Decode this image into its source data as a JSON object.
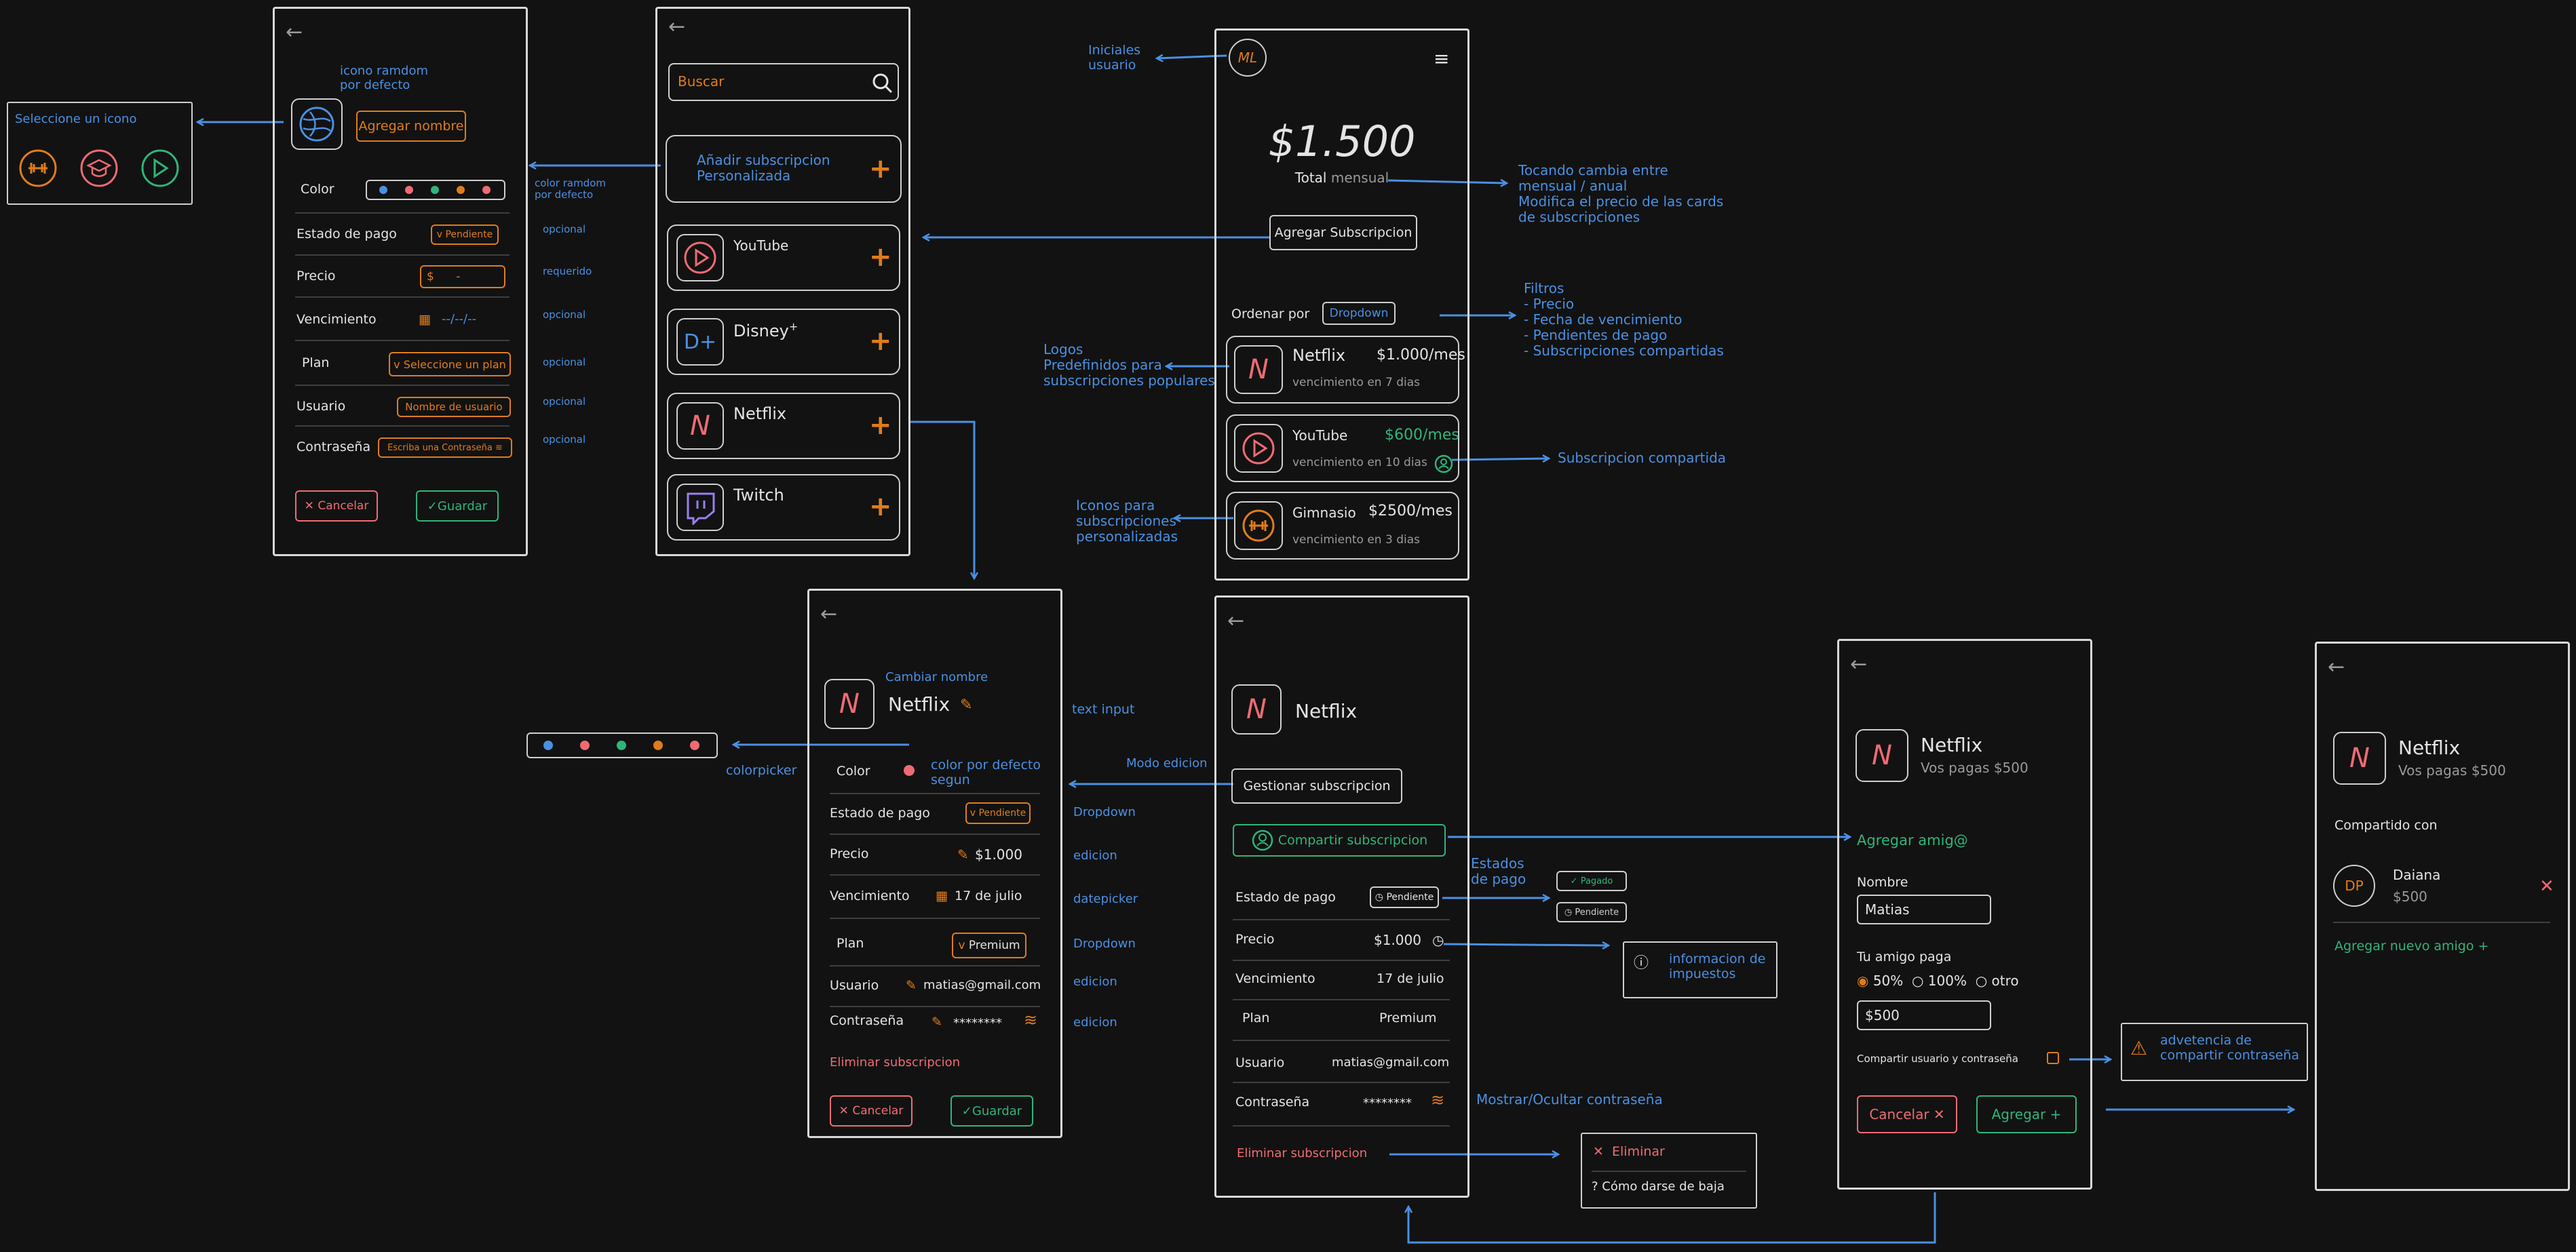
{
  "colors": {
    "background": "#121212",
    "annotation": "#4a90e2",
    "accent": "#e07c1a",
    "green": "#2fb57a",
    "red": "#ef6b73"
  },
  "icons": [
    "back-arrow-icon",
    "search-icon",
    "plus-icon",
    "menu-icon",
    "pencil-icon",
    "calendar-icon",
    "wifi-icon",
    "clock-icon",
    "info-icon",
    "warning-icon",
    "user-icon",
    "check-icon",
    "close-icon",
    "dumbbell-icon",
    "graduation-cap-icon",
    "play-icon"
  ],
  "icon_picker": {
    "title": "Seleccione un icono"
  },
  "add_custom": {
    "note_random_icon": "icono ramdom\npor defecto",
    "add_name": "Agregar nombre",
    "color_label": "Color",
    "note_random_color": "color ramdom\npor defecto",
    "payment_label": "Estado de pago",
    "payment_value": "Pendiente",
    "payment_note": "opcional",
    "price_label": "Precio",
    "price_value": "$      -",
    "price_note": "requerido",
    "due_label": "Vencimiento",
    "due_value": "--/--/--",
    "due_note": "opcional",
    "plan_label": "Plan",
    "plan_value": "Seleccione un plan",
    "plan_note": "opcional",
    "user_label": "Usuario",
    "user_value": "Nombre de usuario",
    "user_note": "opcional",
    "password_label": "Contraseña",
    "password_value": "Escriba una Contraseña",
    "password_note": "opcional",
    "cancel": "Cancelar",
    "save": "Guardar"
  },
  "add_list": {
    "search_placeholder": "Buscar",
    "custom_label": "Añadir subscripcion\nPersonalizada",
    "items": [
      {
        "name": "YouTube"
      },
      {
        "name": "Disney"
      },
      {
        "name": "Netflix"
      },
      {
        "name": "Twitch"
      }
    ]
  },
  "annotations_top": {
    "initials": "Iniciales\nusuario",
    "toggle": "Tocando cambia entre\nmensual / anual\nModifica el precio de las cards\nde subscripciones",
    "filters": "Filtros\n- Precio\n- Fecha de vencimiento\n- Pendientes de pago\n- Subscripciones compartidas",
    "logos": "Logos\nPredefinidos para\nsubscripciones populares",
    "shared": "Subscripcion compartida",
    "custom_icons": "Iconos para\nsubscripciones\npersonalizadas"
  },
  "home": {
    "avatar": "ML",
    "total": "$1.500",
    "total_label": "Total",
    "total_period": "mensual",
    "add_button": "Agregar Subscripcion",
    "order_label": "Ordenar por",
    "order_value": "Dropdown",
    "cards": [
      {
        "name": "Netflix",
        "price": "$1.000/mes",
        "due": "vencimiento en 7 dias"
      },
      {
        "name": "YouTube",
        "price": "$600/mes",
        "due": "vencimiento en 10 dias"
      },
      {
        "name": "Gimnasio",
        "price": "$2500/mes",
        "due": "vencimiento en 3 dias"
      }
    ]
  },
  "palette": {
    "note": "colorpicker"
  },
  "edit": {
    "change_name": "Cambiar nombre",
    "name": "Netflix",
    "note_text_input": "text input",
    "color_label": "Color",
    "note_color": "color por defecto\nsegun",
    "note_mode": "Modo edicion",
    "payment_label": "Estado de pago",
    "payment_value": "Pendiente",
    "payment_note": "Dropdown",
    "price_label": "Precio",
    "price_value": "$1.000",
    "price_note": "edicion",
    "due_label": "Vencimiento",
    "due_value": "17 de julio",
    "due_note": "datepicker",
    "plan_label": "Plan",
    "plan_value": "Premium",
    "plan_note": "Dropdown",
    "user_label": "Usuario",
    "user_value": "matias@gmail.com",
    "user_note": "edicion",
    "password_label": "Contraseña",
    "password_value": "********",
    "password_note": "edicion",
    "delete": "Eliminar subscripcion",
    "cancel": "Cancelar",
    "save": "Guardar"
  },
  "detail": {
    "name": "Netflix",
    "manage": "Gestionar subscripcion",
    "share": "Compartir subscripcion",
    "payment_label": "Estado de pago",
    "payment_value": "Pendiente",
    "price_label": "Precio",
    "price_value": "$1.000",
    "due_label": "Vencimiento",
    "due_value": "17 de julio",
    "plan_label": "Plan",
    "plan_value": "Premium",
    "user_label": "Usuario",
    "user_value": "matias@gmail.com",
    "password_label": "Contraseña",
    "password_value": "********",
    "delete": "Eliminar subscripcion",
    "note_password": "Mostrar/Ocultar contraseña",
    "note_states": "Estados\nde pago",
    "state_paid": "Pagado",
    "state_pending": "Pendiente",
    "tax_info": "informacion de\nimpuestos",
    "delete_menu_delete": "Eliminar",
    "delete_menu_howto": "? Cómo darse de baja"
  },
  "share": {
    "name": "Netflix",
    "you_pay": "Vos pagas $500",
    "add_friend": "Agregar amig@",
    "name_label": "Nombre",
    "name_value": "Matias",
    "friend_pays": "Tu amigo paga",
    "opt_50": "50%",
    "opt_100": "100%",
    "opt_other": "otro",
    "amount": "$500",
    "share_credentials": "Compartir usuario y contraseña",
    "warning": "advetencia de\ncompartir contraseña",
    "cancel": "Cancelar",
    "add": "Agregar"
  },
  "shared": {
    "name": "Netflix",
    "you_pay": "Vos pagas $500",
    "shared_with": "Compartido con",
    "friend_initials": "DP",
    "friend_name": "Daiana",
    "friend_amount": "$500",
    "add_new": "Agregar nuevo amigo +"
  }
}
